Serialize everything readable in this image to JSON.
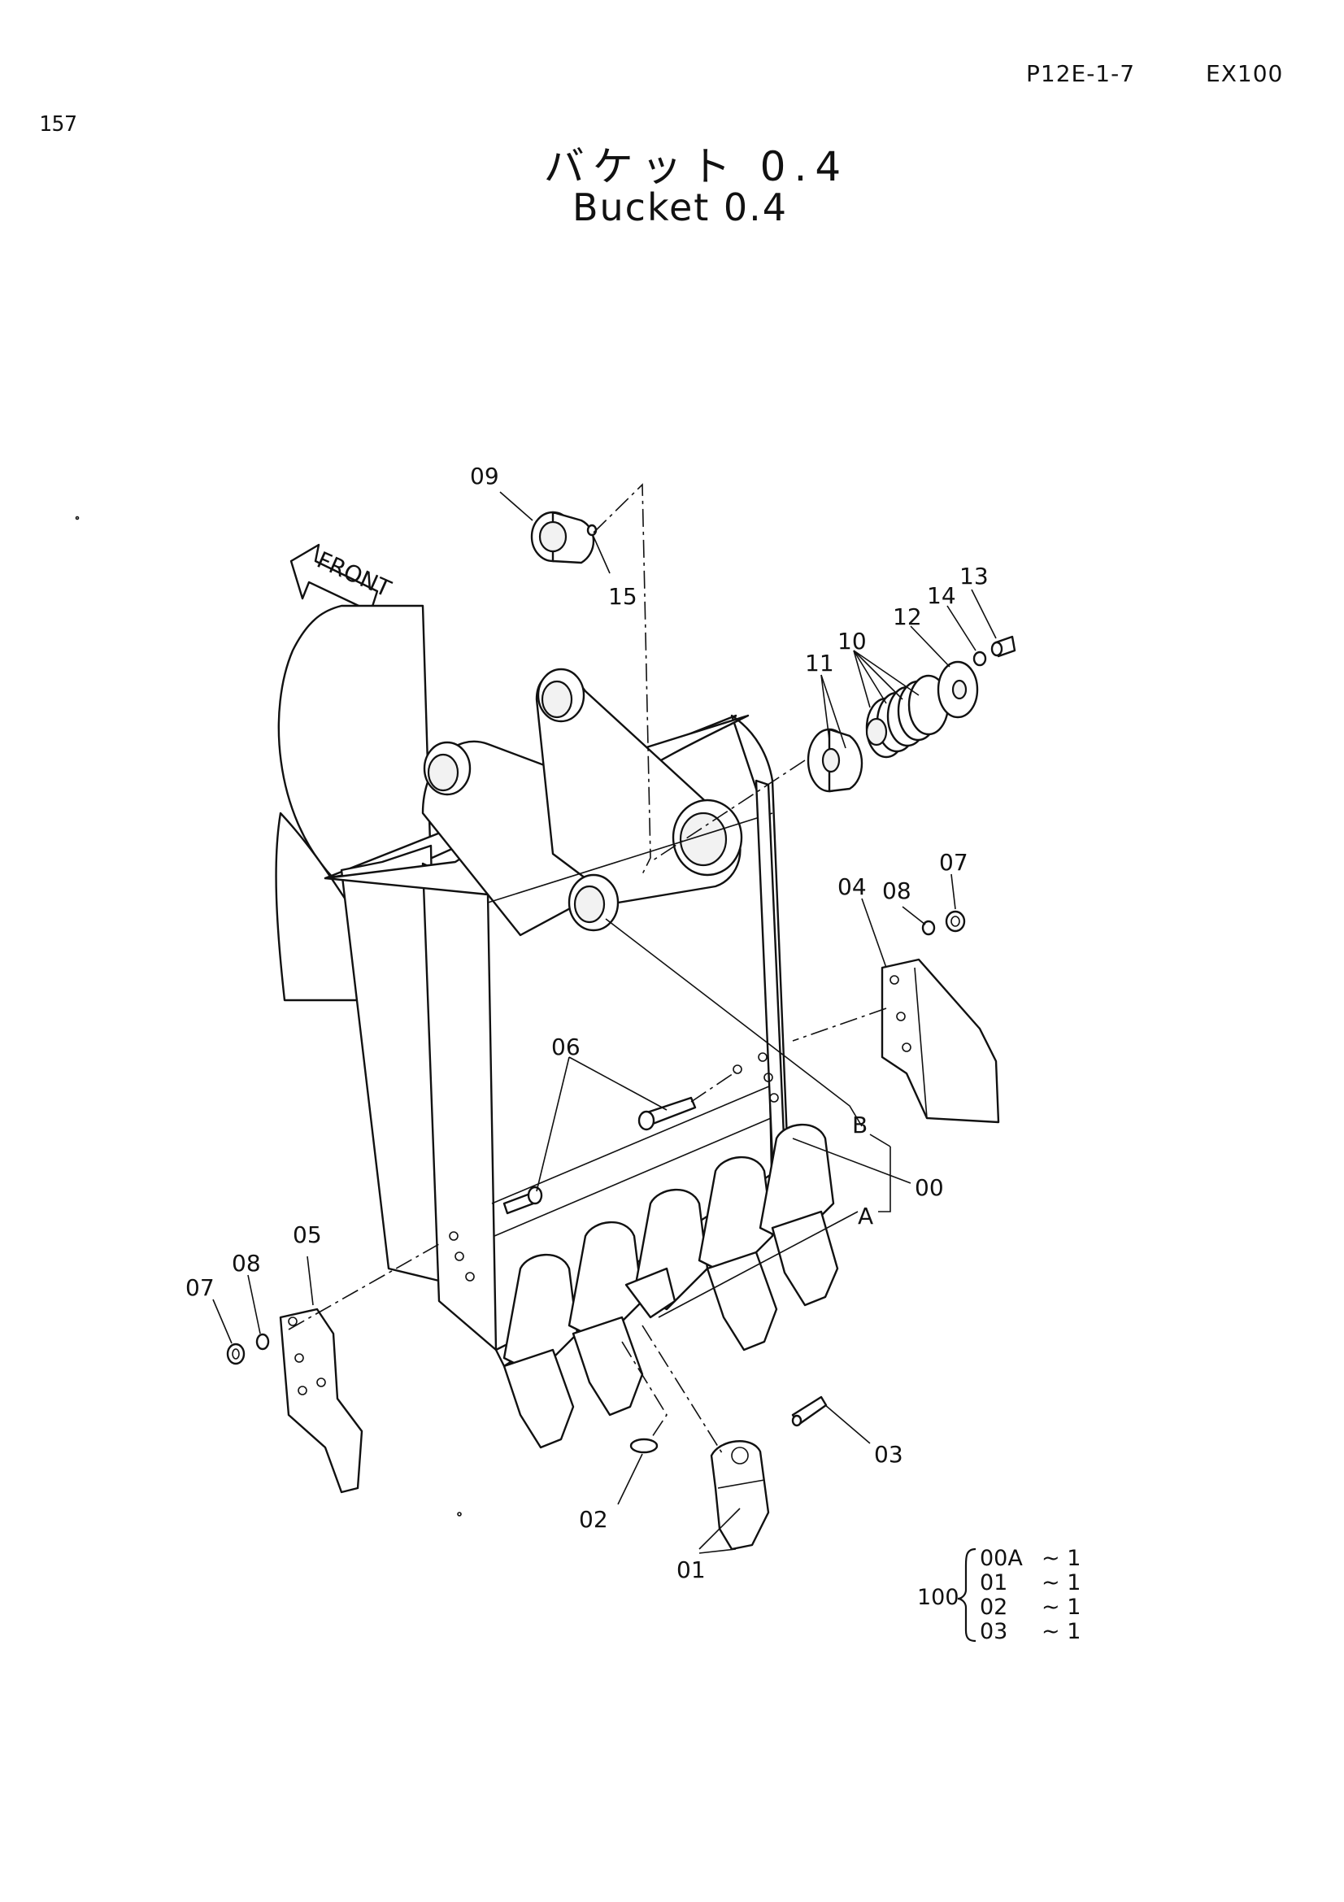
{
  "header": {
    "code": "P12E-1-7",
    "model": "EX100"
  },
  "page_number": "157",
  "title": {
    "jp": "バケット 0.4",
    "en": "Bucket 0.4"
  },
  "front_arrow": {
    "label": "FRONT"
  },
  "callouts": [
    "09",
    "15",
    "10",
    "11",
    "12",
    "14",
    "13",
    "07",
    "08",
    "04",
    "06",
    "B",
    "00",
    "A",
    "05",
    "08",
    "07",
    "03",
    "02",
    "01"
  ],
  "kit": {
    "prefix": "100",
    "items": [
      {
        "part": "00A",
        "qty": "~ 1"
      },
      {
        "part": "01",
        "qty": "~ 1"
      },
      {
        "part": "02",
        "qty": "~ 1"
      },
      {
        "part": "03",
        "qty": "~ 1"
      }
    ]
  }
}
